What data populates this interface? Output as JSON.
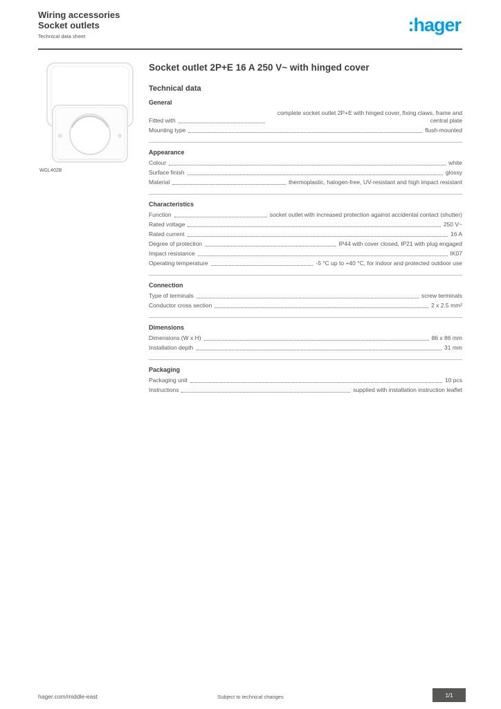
{
  "header": {
    "line1": "Wiring accessories",
    "line2": "Socket outlets",
    "line3": "Technical data sheet",
    "logo": ":hager",
    "logo_color": "#009fe3"
  },
  "product": {
    "caption": "WGL402B",
    "image_description": "white cover plate with open hinged lid and round socket opening"
  },
  "main": {
    "title": "Socket outlet 2P+E 16 A 250 V~ with hinged cover",
    "section_heading": "Technical data",
    "groups": [
      {
        "heading": "General",
        "rows": [
          {
            "label": "Fitted with",
            "value": "complete socket outlet 2P+E with hinged cover, fixing claws, frame and central plate",
            "wrap": true
          },
          {
            "label": "Mounting type",
            "value": "flush-mounted"
          }
        ]
      },
      {
        "heading": "Appearance",
        "rows": [
          {
            "label": "Colour",
            "value": "white"
          },
          {
            "label": "Surface finish",
            "value": "glossy"
          },
          {
            "label": "Material",
            "value": "thermoplastic, halogen-free, UV-resistant and high impact resistant",
            "wrap": true
          }
        ]
      },
      {
        "heading": "Characteristics",
        "rows": [
          {
            "label": "Function",
            "value": "socket outlet with increased protection against accidental contact (shutter)",
            "wrap": true
          },
          {
            "label": "Rated voltage",
            "value": "250 V~"
          },
          {
            "label": "Rated current",
            "value": "16 A"
          },
          {
            "label": "Degree of protection",
            "value": "IP44 with cover closed, IP21 with plug engaged",
            "wrap": true
          },
          {
            "label": "Impact resistance",
            "value": "IK07"
          },
          {
            "label": "Operating temperature",
            "value": "-5 °C up to +40 °C, for indoor and protected outdoor use",
            "wrap": true
          }
        ]
      },
      {
        "heading": "Connection",
        "rows": [
          {
            "label": "Type of terminals",
            "value": "screw terminals"
          },
          {
            "label": "Conductor cross section",
            "value": "2 x 2.5 mm²"
          }
        ]
      },
      {
        "heading": "Dimensions",
        "rows": [
          {
            "label": "Dimensions (W x H)",
            "value": "86 x 86 mm"
          },
          {
            "label": "Installation depth",
            "value": "31 mm"
          }
        ]
      },
      {
        "heading": "Packaging",
        "rows": [
          {
            "label": "Packaging unit",
            "value": "10 pcs"
          },
          {
            "label": "Instructions",
            "value": "supplied with installation instruction leaflet",
            "wrap": true
          }
        ]
      }
    ]
  },
  "footer": {
    "left": "hager.com/middle-east",
    "center": "Subject to technical changes",
    "page": "1/1"
  },
  "colors": {
    "accent_blue": "#009fe3",
    "text_grey": "#575756",
    "separator_grey": "#bdbdbd"
  }
}
